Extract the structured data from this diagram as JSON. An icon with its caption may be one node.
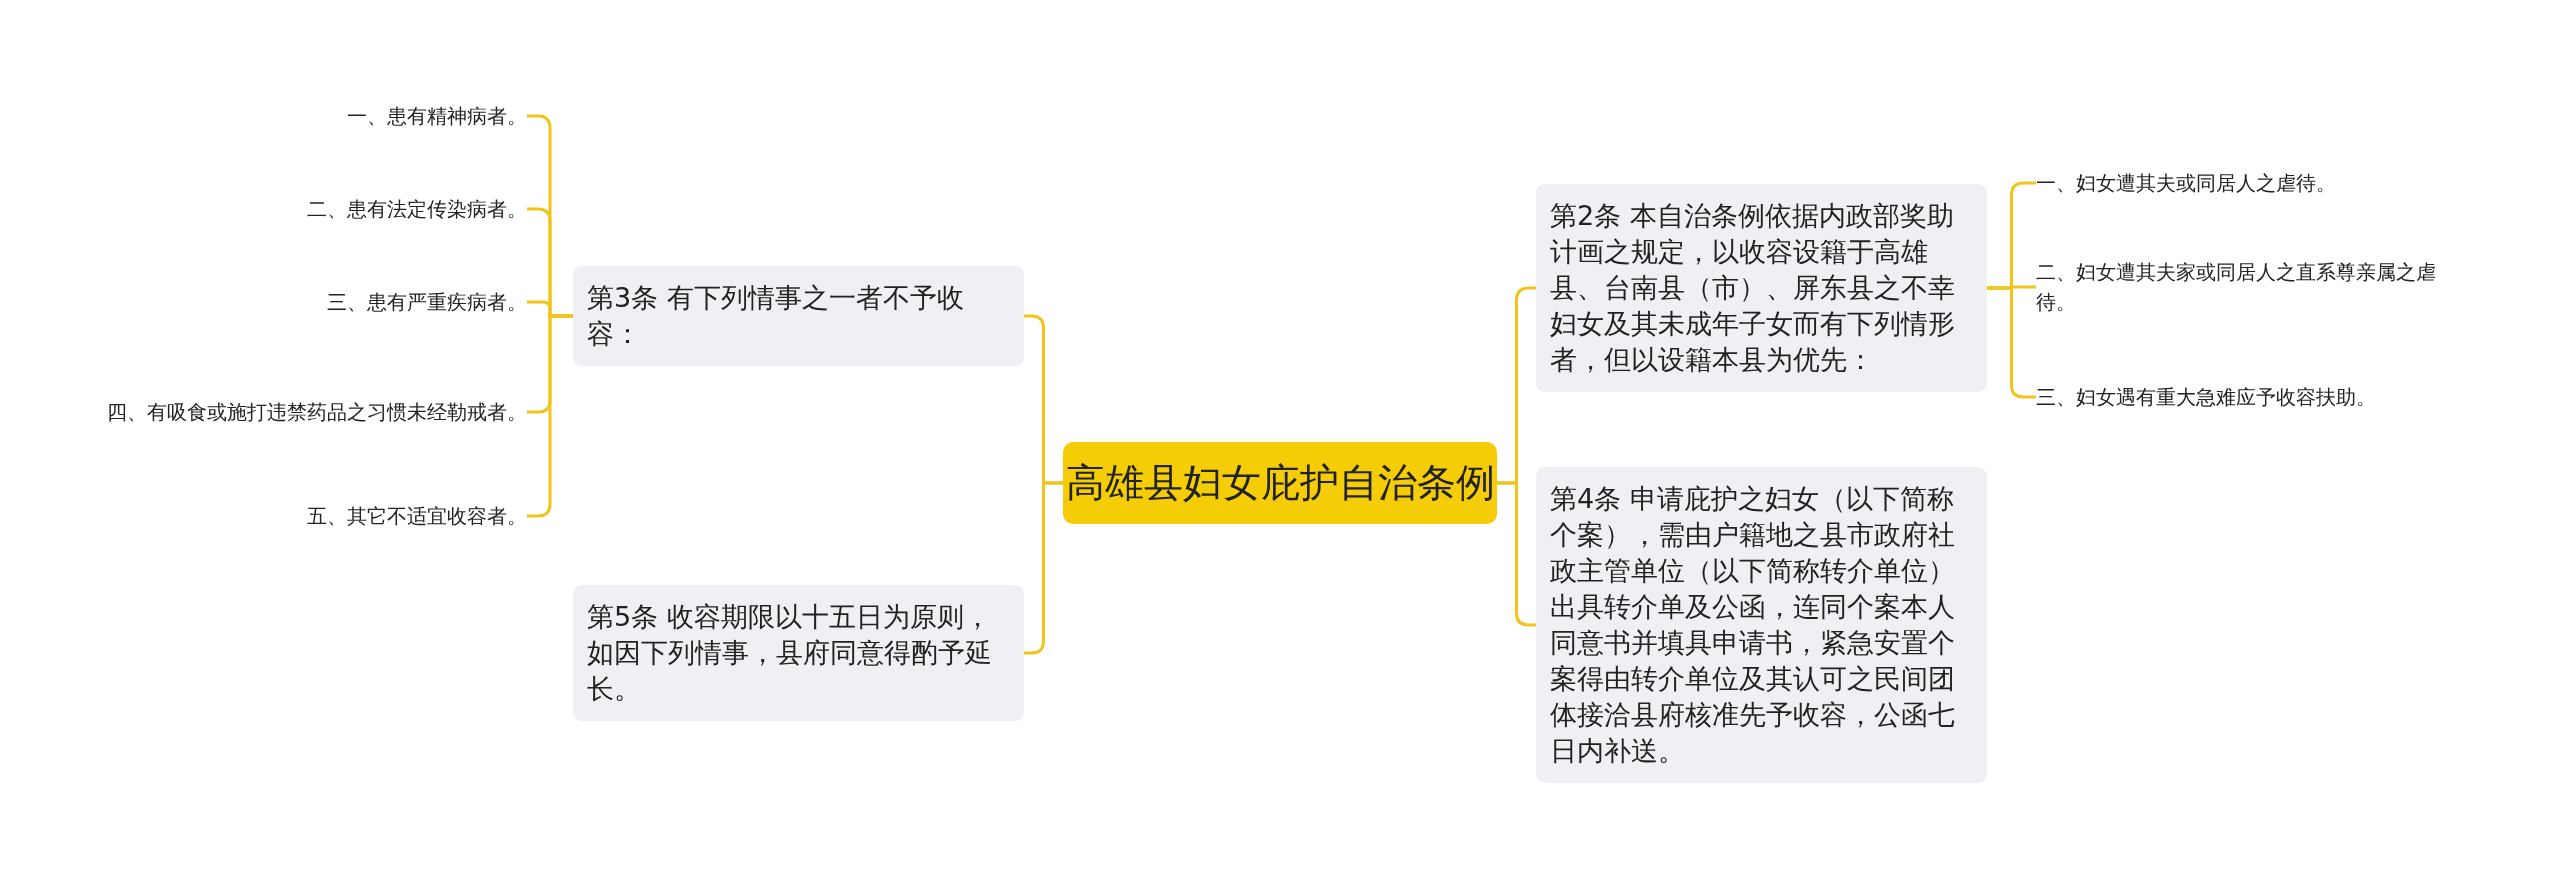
{
  "diagram": {
    "nodes": [
      {
        "text": [
          "高雄县妇女庇护自治条例"
        ]
      },
      {
        "text": [
          "第3条 有下列情事之一者不予收容："
        ]
      },
      {
        "text": [
          "一、患有精神病者。"
        ]
      },
      {
        "text": [
          "二、患有法定传染病者。"
        ]
      },
      {
        "text": [
          "三、患有严重疾病者。"
        ]
      },
      {
        "text": [
          "四、有吸食或施打违禁药品之习惯未经勒戒者。"
        ]
      },
      {
        "text": [
          "五、其它不适宜收容者。"
        ]
      },
      {
        "text": [
          "第5条 收容期限以十五日为原则，如因下列情事，县府同意得酌予延长。"
        ]
      },
      {
        "text": [
          "第2条 本自治条例依据内政部奖助计画之规定，以收容设籍于高雄县、台南县（市）、屏东县之不幸妇女及其未成年子女而有下列情形者，但以设籍本县为优先："
        ]
      },
      {
        "text": [
          "一、妇女遭其夫或同居人之虐待。"
        ]
      },
      {
        "text": [
          "二、妇女遭其夫家或同居人之直系尊亲属之虐待。"
        ]
      },
      {
        "text": [
          "三、妇女遇有重大急难应予收容扶助。"
        ]
      },
      {
        "text": [
          "第4条 申请庇护之妇女（以下简称个案），需由户籍地之县市政府社政主管单位（以下简称转介单位）出具转介单及公函，连同个案本人同意书并填具申请书，紧急安置个案得由转介单位及其认可之民间团体接洽县府核准先予收容，公函七日内补送。"
        ]
      }
    ],
    "edges": [
      {
        "from": 0,
        "to": 1,
        "arrow": "none"
      },
      {
        "from": 1,
        "to": 2,
        "arrow": "none"
      },
      {
        "from": 1,
        "to": 3,
        "arrow": "none"
      },
      {
        "from": 1,
        "to": 4,
        "arrow": "none"
      },
      {
        "from": 1,
        "to": 5,
        "arrow": "none"
      },
      {
        "from": 1,
        "to": 6,
        "arrow": "none"
      },
      {
        "from": 0,
        "to": 7,
        "arrow": "none"
      },
      {
        "from": 0,
        "to": 8,
        "arrow": "none"
      },
      {
        "from": 8,
        "to": 9,
        "arrow": "none"
      },
      {
        "from": 8,
        "to": 10,
        "arrow": "none"
      },
      {
        "from": 8,
        "to": 11,
        "arrow": "none"
      },
      {
        "from": 0,
        "to": 12,
        "arrow": "none"
      }
    ]
  }
}
